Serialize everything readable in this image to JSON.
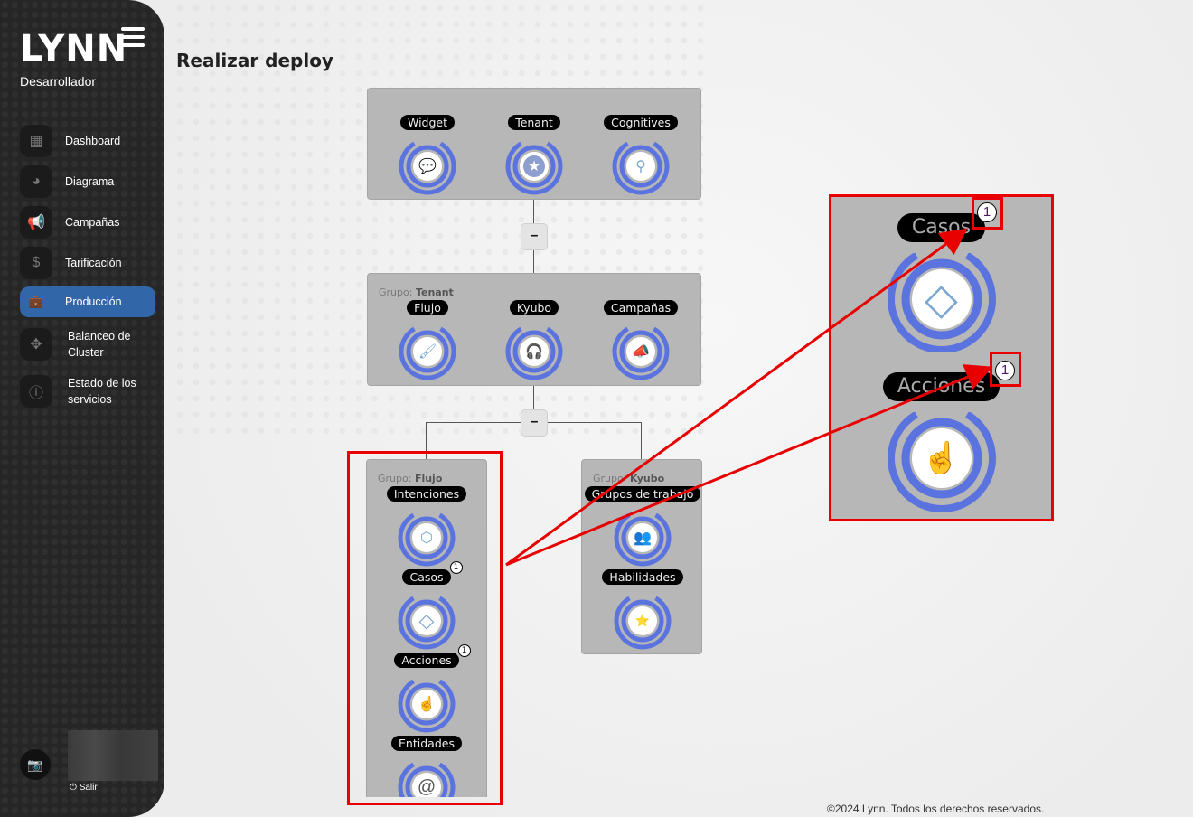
{
  "app": {
    "logo": "LYNN",
    "role": "Desarrollador"
  },
  "sidebar": {
    "items": [
      {
        "label": "Dashboard",
        "icon": "dashboard-icon",
        "glyph": "▦"
      },
      {
        "label": "Diagrama",
        "icon": "palette-icon",
        "glyph": "◕"
      },
      {
        "label": "Campañas",
        "icon": "megaphone-icon",
        "glyph": "📢"
      },
      {
        "label": "Tarificación",
        "icon": "dollar-icon",
        "glyph": "$"
      },
      {
        "label": "Producción",
        "icon": "briefcase-icon",
        "glyph": "💼",
        "active": true
      },
      {
        "label": "Balanceo de Cluster",
        "icon": "network-icon",
        "glyph": "✥"
      },
      {
        "label": "Estado de los servicios",
        "icon": "info-icon",
        "glyph": "ⓘ"
      }
    ],
    "logout_label": "Salir"
  },
  "page": {
    "title": "Realizar deploy"
  },
  "tree": {
    "root": {
      "nodes": [
        {
          "label": "Widget",
          "icon": "chat-bubble-icon",
          "glyph": "💬"
        },
        {
          "label": "Tenant",
          "icon": "star-icon",
          "glyph": "★"
        },
        {
          "label": "Cognitives",
          "icon": "hub-icon",
          "glyph": "⚲"
        }
      ]
    },
    "tenant_group": {
      "prefix": "Grupo:",
      "name": "Tenant",
      "nodes": [
        {
          "label": "Flujo",
          "icon": "brush-icon",
          "glyph": "🖌"
        },
        {
          "label": "Kyubo",
          "icon": "agent-headset-icon",
          "glyph": "🎧"
        },
        {
          "label": "Campañas",
          "icon": "megaphone-icon",
          "glyph": "📣"
        }
      ]
    },
    "flujo_group": {
      "prefix": "Grupo:",
      "name": "Flujo",
      "nodes": [
        {
          "label": "Intenciones",
          "icon": "cube-icon",
          "glyph": "⬡"
        },
        {
          "label": "Casos",
          "icon": "diamond-icon",
          "glyph": "◇",
          "badge": "1"
        },
        {
          "label": "Acciones",
          "icon": "hand-network-icon",
          "glyph": "☝",
          "badge": "1"
        },
        {
          "label": "Entidades",
          "icon": "at-sign-icon",
          "glyph": "@"
        }
      ]
    },
    "kyubo_group": {
      "prefix": "Grupo:",
      "name": "Kyubo",
      "nodes": [
        {
          "label": "Grupos de trabajo",
          "icon": "team-icon",
          "glyph": "👥"
        },
        {
          "label": "Habilidades",
          "icon": "skills-stars-icon",
          "glyph": "⭐"
        }
      ]
    },
    "toggle_label": "–"
  },
  "callout": {
    "nodes": [
      {
        "label": "Casos",
        "badge": "1"
      },
      {
        "label": "Acciones",
        "badge": "1"
      }
    ],
    "highlight_color": "#e80000"
  },
  "colors": {
    "ring": "#5b73de",
    "active_nav": "#3166a8"
  },
  "footer": {
    "copyright": "©2024 Lynn. Todos los derechos reservados."
  }
}
